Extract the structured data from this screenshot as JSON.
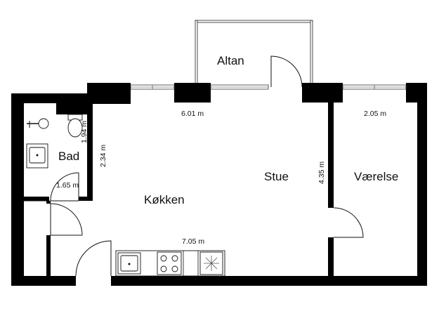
{
  "rooms": {
    "altan": "Altan",
    "bad": "Bad",
    "stue": "Stue",
    "vaerelse": "Værelse",
    "koekken": "Køkken"
  },
  "dimensions": {
    "stue_width": "6.01 m",
    "vaerelse_width": "2.05 m",
    "bad_height": "1.94 m",
    "bad_width": "1.65 m",
    "koekken_height": "2.34 m",
    "stue_height": "4.35 m",
    "koekken_width": "7.05 m"
  }
}
